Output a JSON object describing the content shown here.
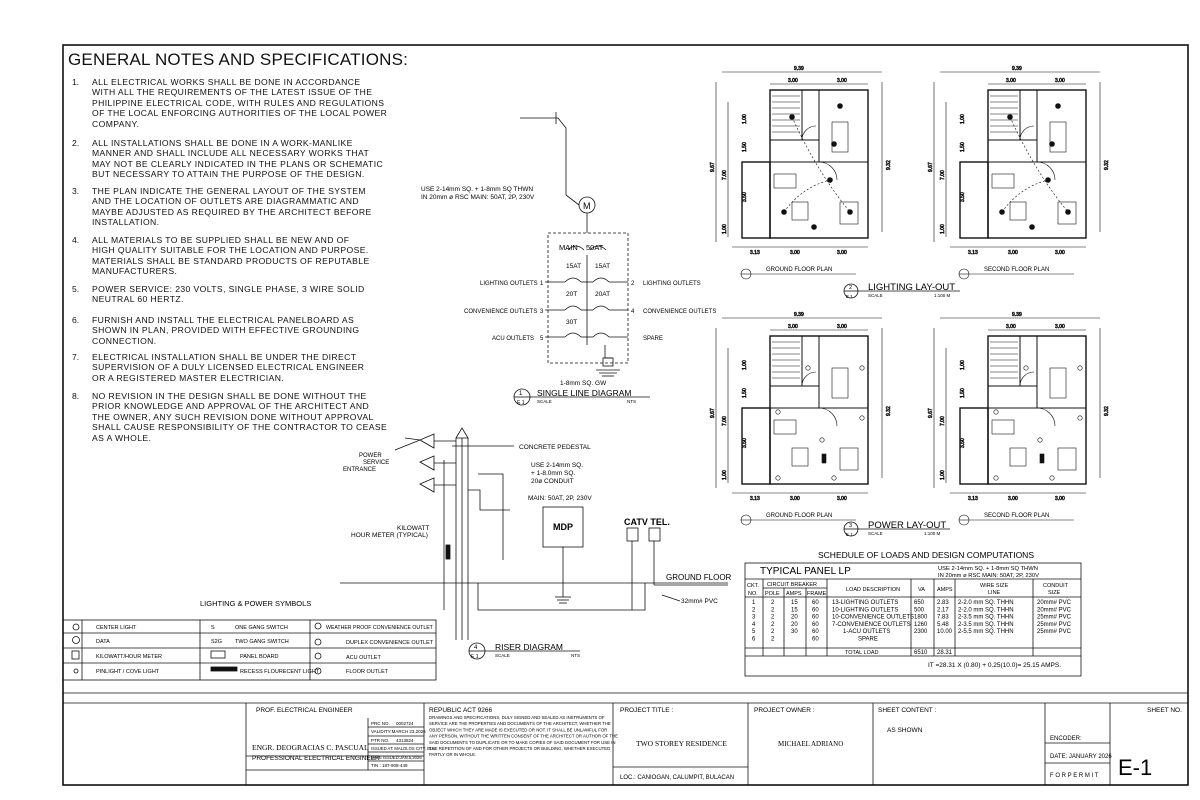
{
  "sheet": {
    "title": "GENERAL NOTES AND SPECIFICATIONS:",
    "notes": [
      {
        "num": "1.",
        "text": "ALL ELECTRICAL WORKS SHALL BE DONE IN ACCORDANCE\nWITH ALL THE REQUIREMENTS OF THE LATEST ISSUE OF THE\nPHILIPPINE ELECTRICAL CODE, WITH RULES AND REGULATIONS\nOF THE LOCAL ENFORCING AUTHORITIES OF THE LOCAL POWER\nCOMPANY."
      },
      {
        "num": "2.",
        "text": "ALL INSTALLATIONS SHALL BE DONE IN A WORK-MANLIKE\nMANNER AND SHALL INCLUDE ALL NECESSARY WORKS THAT\nMAY NOT BE CLEARLY INDICATED IN THE PLANS OR SCHEMATIC\nBUT NECESSARY TO ATTAIN THE PURPOSE OF THE DESIGN."
      },
      {
        "num": "3.",
        "text": "THE PLAN INDICATE THE GENERAL LAYOUT OF THE SYSTEM\nAND THE LOCATION OF OUTLETS ARE DIAGRAMMATIC AND\nMAYBE ADJUSTED AS REQUIRED BY THE ARCHITECT BEFORE\nINSTALLATION."
      },
      {
        "num": "4.",
        "text": "ALL MATERIALS TO BE SUPPLIED SHALL BE NEW AND OF\nHIGH QUALITY SUITABLE FOR THE LOCATION AND PURPOSE.\nMATERIALS SHALL BE STANDARD PRODUCTS OF REPUTABLE\nMANUFACTURERS."
      },
      {
        "num": "5.",
        "text": "POWER SERVICE: 230 VOLTS, SINGLE PHASE, 3 WIRE SOLID\nNEUTRAL 60 HERTZ."
      },
      {
        "num": "6.",
        "text": "FURNISH AND INSTALL THE ELECTRICAL PANELBOARD AS\nSHOWN IN PLAN, PROVIDED WITH EFFECTIVE GROUNDING\nCONNECTION."
      },
      {
        "num": "7.",
        "text": "ELECTRICAL INSTALLATION SHALL BE UNDER THE DIRECT\nSUPERVISION OF A DULY LICENSED ELECTRICAL ENGINEER\nOR A REGISTERED MASTER ELECTRICIAN."
      },
      {
        "num": "8.",
        "text": "NO REVISION IN THE DESIGN SHALL BE DONE WITHOUT THE\nPRIOR KNOWLEDGE AND APPROVAL OF THE ARCHITECT AND\nTHE OWNER, ANY SUCH REVISION DONE WITHOUT APPROVAL\nSHALL CAUSE RESPONSIBILITY OF THE CONTRACTOR TO CEASE\nAS A WHOLE."
      }
    ]
  },
  "single_line": {
    "feeder_note_1": "USE 2-14mm SQ. + 1-8mm SQ THWN",
    "feeder_note_2": "IN 20mm ø RSC MAIN: 50AT, 2P, 230V",
    "meter": "M",
    "main_label": "MAIN",
    "main_rating": "50AT",
    "breakers": [
      {
        "rating": "15AT",
        "left": "LIGHTING OUTLETS",
        "left_num": "1",
        "right": "LIGHTING OUTLETS",
        "right_num": "2",
        "right_rating": "15AT"
      },
      {
        "rating": "20T",
        "left": "CONVENIENCE OUTLETS",
        "left_num": "3",
        "right": "CONVENIENCE OUTLETS",
        "right_num": "4",
        "right_rating": "20AT"
      },
      {
        "rating": "30T",
        "left": "ACU OUTLETS",
        "left_num": "5",
        "right": "SPARE",
        "right_num": "",
        "right_rating": ""
      }
    ],
    "ground": "1-8mm SQ. GW",
    "title": "SINGLE LINE DIAGRAM",
    "scale": "SCALE",
    "nts": "NTS",
    "num": "1",
    "sheet_ref": "E 1"
  },
  "riser": {
    "concrete_pedestal": "CONCRETE PEDESTAL",
    "power_service": "POWER\nSERVICE\nENTRANCE",
    "conduit_note": "USE 2-14mm SQ.\n+ 1-8.0mm SQ.\n20ø CONDUIT",
    "main_note": "MAIN: 50AT, 2P, 230V",
    "kwh": "KILOWATT\nHOUR METER (TYPICAL)",
    "mdp": "MDP",
    "catv": "CATV TEL.",
    "ground_floor": "GROUND FLOOR",
    "pvc": "32mm# PVC",
    "title": "RISER DIAGRAM",
    "scale": "SCALE",
    "nts": "NTS",
    "num": "4",
    "sheet_ref": "E 1"
  },
  "symbols": {
    "title": "LIGHTING & POWER SYMBOLS",
    "rows": [
      [
        "CENTER LIGHT",
        "S",
        "ONE GANG SWITCH",
        "WEATHER PROOF CONVENIENCE OUTLET"
      ],
      [
        "DATA",
        "S2G",
        "TWO GANG SWITCH",
        "DUPLEX CONVENIENCE OUTLET"
      ],
      [
        "KILOWATT/HOUR METER",
        "",
        "PANEL BOARD",
        "ACU OUTLET"
      ],
      [
        "PINLIGHT / COVE LIGHT",
        "",
        "RECESS FLOURECENT LIGHT",
        "FLOOR OUTLET"
      ]
    ]
  },
  "plans": {
    "dims": {
      "w_total": "9.39",
      "w_a": "3.00",
      "w_b": "3.00",
      "b1": "3.13",
      "b2": "3.00",
      "b3": "3.00",
      "h_left": "9.67",
      "h_right": "9.32",
      "h1": "7.00",
      "h2": "1.50",
      "h3": "1.00",
      "h4": "3.50",
      "h5": "1.00"
    },
    "ground_floor": "GROUND FLOOR PLAN",
    "second_floor": "SECOND FLOOR PLAN",
    "scale_label": "SCALE",
    "scale_val": "1:100 M",
    "lighting_title": "LIGHTING LAY-OUT",
    "lighting_num": "2",
    "power_title": "POWER LAY-OUT",
    "power_num": "3",
    "sheet_ref": "E 1"
  },
  "schedule": {
    "title": "SCHEDULE OF LOADS AND DESIGN COMPUTATIONS",
    "panel": "TYPICAL PANEL LP",
    "note1": "USE 2-14mm SQ. + 1-8mm SQ THWN",
    "note2": "IN 20mm ø RSC MAIN: 50AT, 2P, 230V",
    "h_ckt": "CKT.",
    "h_no": "NO.",
    "h_cb": "CIRCUIT BREAKER",
    "h_pole": "POLE",
    "h_amps": "AMPS",
    "h_frame": "FRAME",
    "h_load": "LOAD DESCRIPTION",
    "h_va": "VA",
    "h_amps2": "AMPS",
    "h_wire": "WIRE SIZE",
    "h_line": "LINE",
    "h_conduit": "CONDUIT",
    "h_size": "SIZE",
    "rows": [
      [
        "1",
        "2",
        "15",
        "60",
        "13-LIGHTING OUTLETS",
        "650",
        "2.83",
        "2-2.0 mm SQ. THHN",
        "20mm# PVC"
      ],
      [
        "2",
        "2",
        "15",
        "60",
        "10-LIGHTING OUTLETS",
        "500",
        "2.17",
        "2-2.0 mm SQ. THHN",
        "20mm# PVC"
      ],
      [
        "3",
        "2",
        "20",
        "60",
        "10-CONVENIENCE OUTLETS",
        "1800",
        "7.83",
        "2-3.5 mm SQ. THHN",
        "25mm# PVC"
      ],
      [
        "4",
        "2",
        "20",
        "60",
        "7-CONVENIENCE OUTLETS",
        "1260",
        "5.48",
        "2-3.5 mm SQ. THHN",
        "25mm# PVC"
      ],
      [
        "5",
        "2",
        "30",
        "60",
        "1-ACU OUTLETS",
        "2300",
        "10.00",
        "2-5.5 mm SQ. THHN",
        "25mm# PVC"
      ],
      [
        "6",
        "2",
        "",
        "60",
        "SPARE",
        "",
        "",
        "",
        ""
      ]
    ],
    "total_label": "TOTAL LOAD",
    "total_va": "6510",
    "total_amps": "28.31",
    "formula": "IT =28.31 X (0.80) + 0.25(10.0)= 25.15 AMPS."
  },
  "title_block": {
    "prof_label": "PROF. ELECTRICAL ENGINEER",
    "engineer": "ENGR. DEOGRACIAS C. PASCUAL",
    "engineer_title": "PROFESSIONAL ELECTRICAL ENGINEER",
    "prc_label": "PRC NO.",
    "prc": "0002724",
    "validity": "VALIDITY:MARCH 23,2026",
    "ptr_label": "PTR NO.",
    "ptr": "4313824",
    "issued": "ISSUED AT: MALOLOS CITY, BUL",
    "date_issued": "DATE ISSUED:JAN.5,2026",
    "tin": "TIN : 187-908-449",
    "ra_title": "REPUBLIC ACT 9266",
    "ra_text": "DRAWINGS AND SPECIFICATIONS, DULY SIGNED AND SEALED AS INSTRUMENTS OF\nSERVICE ARE THE PROPERTIES AND DOCUMENTS OF THE ARCHITECT, WHETHER THE\nOBJECT WHICH THEY ARE MADE IS EXECUTED OR NOT. IT SHALL BE UNLAWFUL FOR\nANY PERSON, WITHOUT THE WRITTEN CONSENT OF THE ARCHITECT OR AUTHOR OF THE\nSAID DOCUMENTS TO DUPLICATE OR TO MAKE COPIES OF SAID DOCUMENT FOR USE IN\nTHE REPETITION OF AND FOR OTHER PROJECTS OR BUILDING, WHETHER EXECUTED\nPARTLY OR IN WHOLE.",
    "project_title_label": "PROJECT TITLE :",
    "project_title": "TWO STOREY RESIDENCE",
    "location": "LOC.: CANIOGAN, CALUMPIT, BULACAN",
    "owner_label": "PROJECT OWNER :",
    "owner": "MICHAEL ADRIANO",
    "content_label": "SHEET CONTENT :",
    "content": "AS SHOWN",
    "encoder": "ENCODER:",
    "date": "DATE: JANUARY 2026",
    "permit": "F O R   P E R M I T",
    "sheet_no_label": "SHEET NO.",
    "sheet_no": "E-1"
  }
}
